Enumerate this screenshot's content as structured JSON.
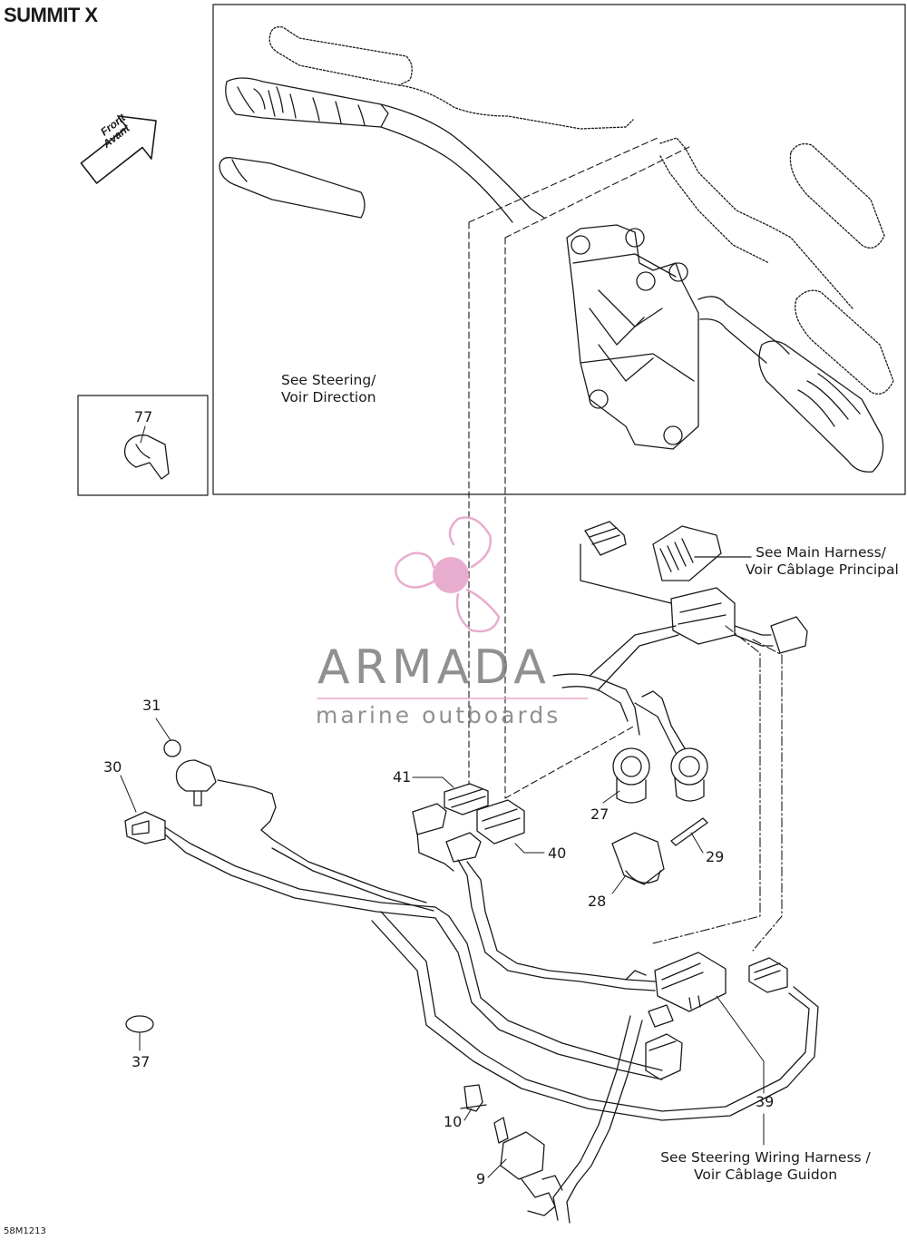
{
  "title": "SUMMIT X",
  "drawing_code": "58M1213",
  "front_arrow": {
    "line1": "Front",
    "line2": "Avant"
  },
  "notes": {
    "steering": {
      "line1": "See Steering/",
      "line2": "Voir Direction"
    },
    "main_harness": {
      "line1": "See Main Harness/",
      "line2": "Voir Câblage Principal"
    },
    "steering_wiring": {
      "line1": "See Steering Wiring Harness /",
      "line2": "Voir Câblage Guidon"
    }
  },
  "callouts": {
    "p77": "77",
    "p31": "31",
    "p30": "30",
    "p41": "41",
    "p40": "40",
    "p27": "27",
    "p29": "29",
    "p28": "28",
    "p37": "37",
    "p10": "10",
    "p9": "9",
    "p39": "39"
  },
  "watermark": {
    "brand": "ARMADA",
    "sub": "marine outboards"
  },
  "colors": {
    "line": "#1a1a1a",
    "watermark_pink": "#e7a9cc",
    "watermark_gray": "#7d7d7d"
  }
}
